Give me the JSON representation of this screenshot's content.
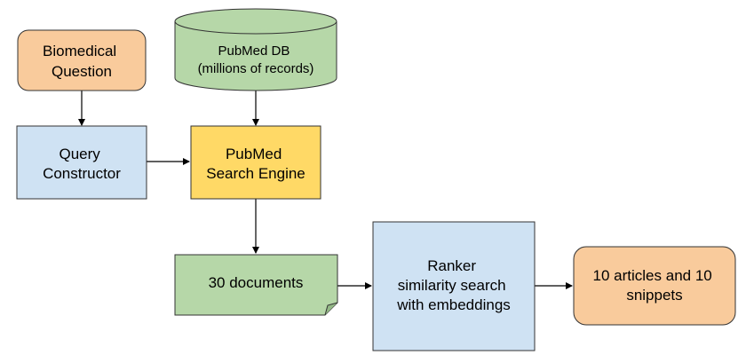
{
  "nodes": {
    "biomedical_question": {
      "lines": [
        "Biomedical",
        "Question"
      ],
      "fill": "#f9cb9c"
    },
    "pubmed_db": {
      "lines": [
        "PubMed DB",
        "(millions of records)"
      ],
      "fill": "#b6d7a8"
    },
    "query_constructor": {
      "lines": [
        "Query",
        "Constructor"
      ],
      "fill": "#cfe2f3"
    },
    "pubmed_search_engine": {
      "lines": [
        "PubMed",
        "Search Engine"
      ],
      "fill": "#ffd966"
    },
    "documents": {
      "lines": [
        "30 documents"
      ],
      "fill": "#b6d7a8"
    },
    "ranker": {
      "lines": [
        "Ranker",
        "similarity search",
        "with embeddings"
      ],
      "fill": "#cfe2f3"
    },
    "output": {
      "lines": [
        "10 articles and 10",
        "snippets"
      ],
      "fill": "#f9cb9c"
    }
  },
  "edges": [
    {
      "from": "biomedical_question",
      "to": "query_constructor"
    },
    {
      "from": "pubmed_db",
      "to": "pubmed_search_engine"
    },
    {
      "from": "query_constructor",
      "to": "pubmed_search_engine"
    },
    {
      "from": "pubmed_search_engine",
      "to": "documents"
    },
    {
      "from": "documents",
      "to": "ranker"
    },
    {
      "from": "ranker",
      "to": "output"
    }
  ],
  "colors": {
    "stroke": "#333333",
    "arrow": "#000000"
  }
}
